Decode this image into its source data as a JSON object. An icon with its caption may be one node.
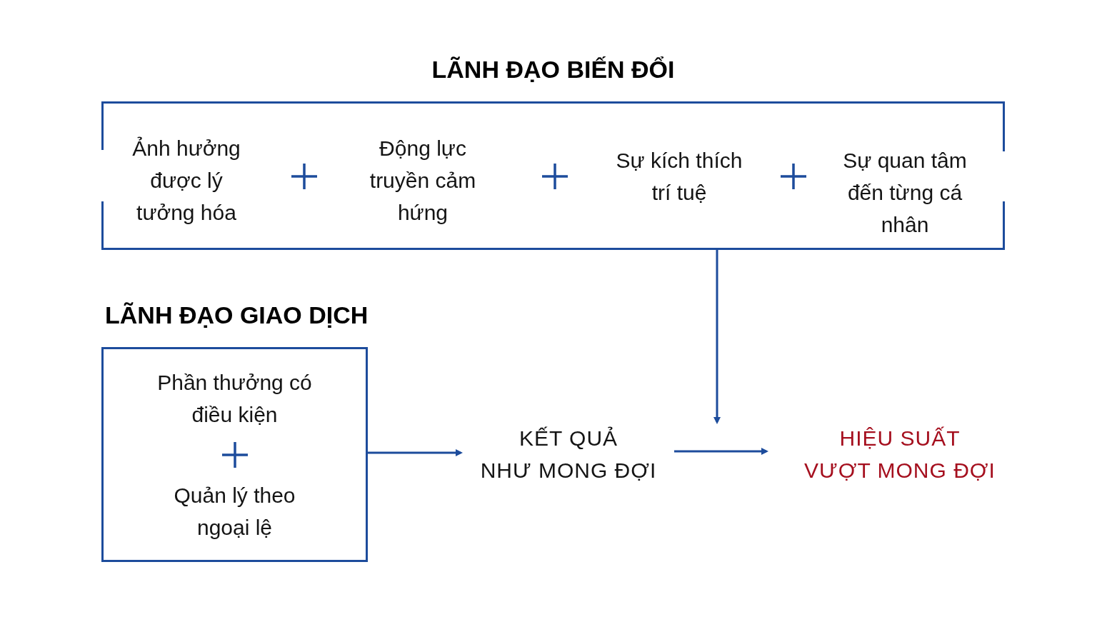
{
  "diagram": {
    "nodes": [
      {
        "text": [
          "LÃNH ĐẠO BIẾN ĐỔI",
          "Ảnh hưởng được lý tưởng hóa",
          "Động lực truyền cảm hứng",
          "Sự kích thích trí tuệ",
          "Sự quan tâm đến từng cá nhân"
        ]
      },
      {
        "text": [
          "LÃNH ĐẠO GIAO DỊCH",
          "Phần thưởng có điều kiện",
          "Quản lý theo ngoại lệ"
        ]
      },
      {
        "text": [
          "KẾT QUẢ NHƯ MONG ĐỢI"
        ]
      },
      {
        "text": [
          "HIỆU SUẤT VƯỢT MONG ĐỢI"
        ]
      }
    ],
    "edges": [
      {
        "from": 0,
        "to": null,
        "arrow": "to"
      },
      {
        "from": 1,
        "to": 2,
        "arrow": "to"
      },
      {
        "from": 2,
        "to": 3,
        "arrow": "to"
      }
    ]
  }
}
